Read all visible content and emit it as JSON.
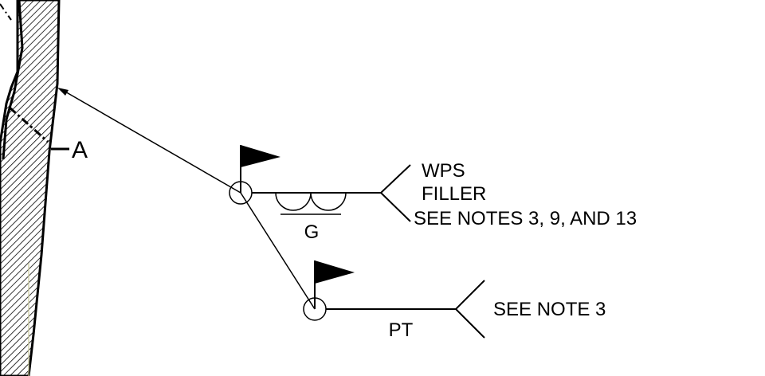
{
  "section_label": "A",
  "weld_callout_1": {
    "tail_lines": [
      "WPS",
      "FILLER",
      "SEE NOTES 3, 9, AND 13"
    ],
    "arrow_side_symbol_label": "G"
  },
  "weld_callout_2": {
    "tail_text": "SEE NOTE 3",
    "arrow_side_label": "PT"
  },
  "colors": {
    "line": "#000000",
    "background": "#ffffff",
    "accent_line": "#c8c89a"
  }
}
